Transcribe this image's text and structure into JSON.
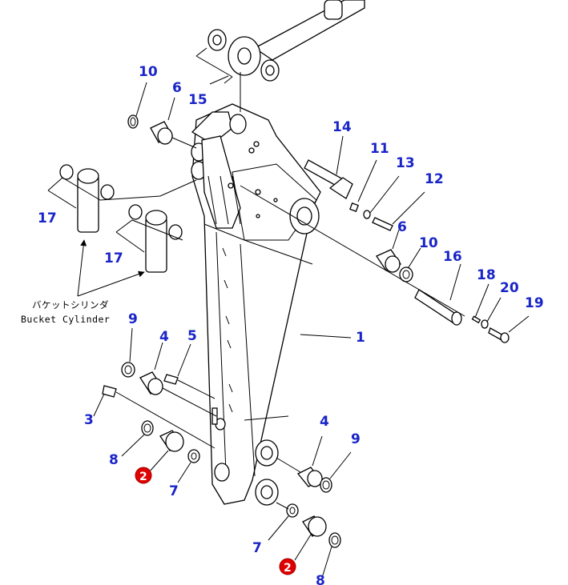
{
  "labels": {
    "p1": "1",
    "p2a": "2",
    "p2b": "2",
    "p3": "3",
    "p4a": "4",
    "p4b": "4",
    "p5": "5",
    "p6a": "6",
    "p6b": "6",
    "p7a": "7",
    "p7b": "7",
    "p8a": "8",
    "p8b": "8",
    "p9a": "9",
    "p9b": "9",
    "p10a": "10",
    "p10b": "10",
    "p11": "11",
    "p12": "12",
    "p13": "13",
    "p14": "14",
    "p15": "15",
    "p16": "16",
    "p17a": "17",
    "p17b": "17",
    "p18": "18",
    "p19": "19",
    "p20": "20"
  },
  "note": {
    "japanese": "バケットシリンダ",
    "english": "Bucket Cylinder"
  },
  "colors": {
    "callout_text": "#1a25c8",
    "highlight_marker": "#e00000",
    "line": "#000000"
  }
}
